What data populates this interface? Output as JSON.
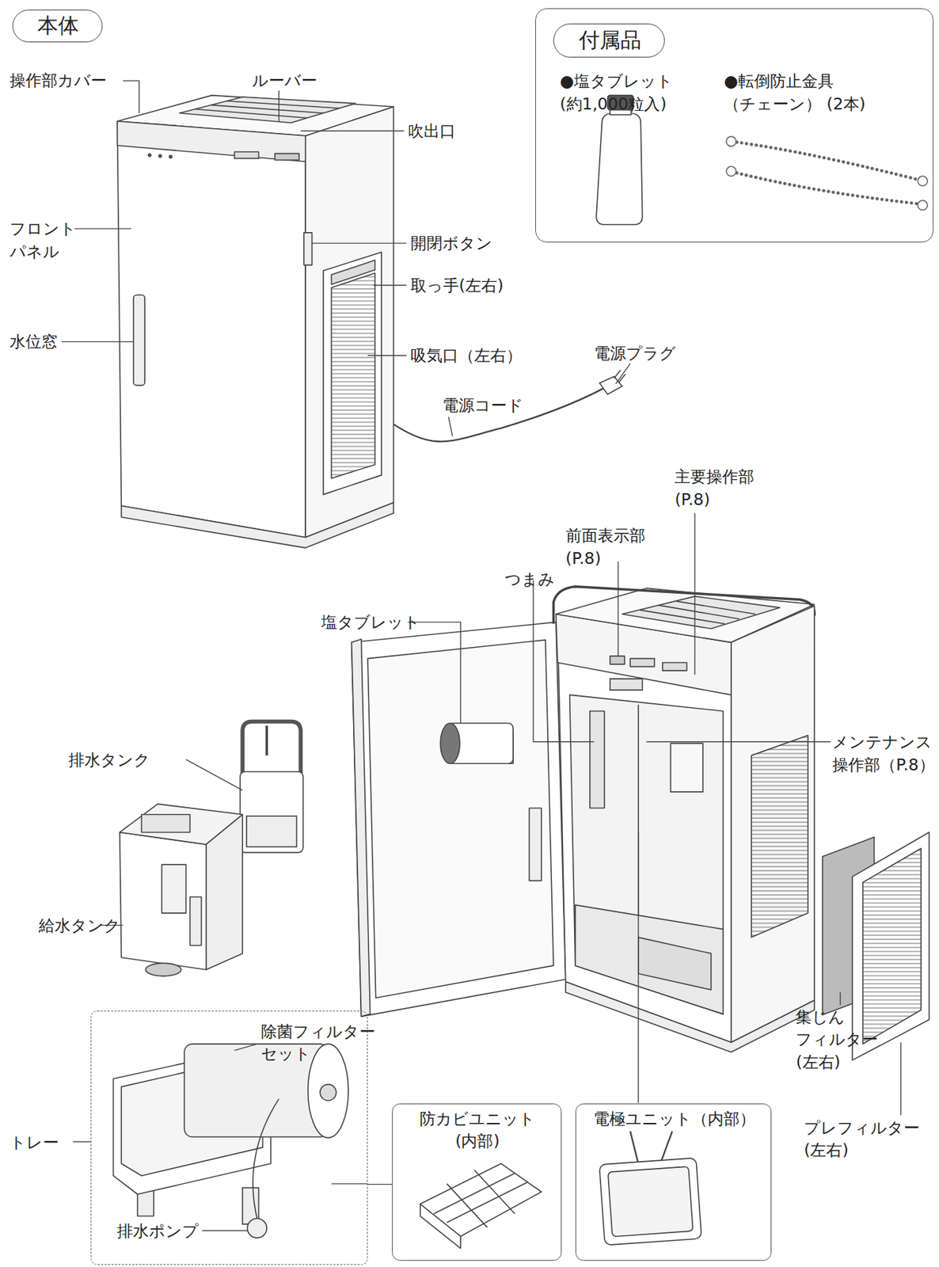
{
  "diagram": {
    "nodes": [
      {
        "text": [
          "本体"
        ]
      },
      {
        "text": [
          "●塩タブレット (約1,000粒入)",
          "●転倒防止金具（チェーン） (2本)"
        ]
      },
      {
        "text": [
          "付属品"
        ],
        "in": 1
      },
      {
        "text": [
          "除菌フィルター セット"
        ]
      },
      {
        "text": [
          "防カビユニット (内部)"
        ]
      },
      {
        "text": [
          "電極ユニット（内部）"
        ]
      }
    ],
    "edges": [
      {
        "from": 3,
        "to": 4,
        "arrow": "none"
      }
    ],
    "labels": [
      "操作部カバー",
      "ルーバー",
      "吹出口",
      "フロント パネル",
      "水位窓",
      "開閉ボタン",
      "取っ手(左右)",
      "吸気口（左右）",
      "電源プラグ",
      "電源コード",
      "主要操作部 (P.8)",
      "前面表示部 (P.8)",
      "つまみ",
      "塩タブレット",
      "排水タンク",
      "給水タンク",
      "メンテナンス 操作部（P.8）",
      "集じん フィルター (左右)",
      "プレフィルター (左右)",
      "トレー",
      "排水ポンプ"
    ]
  }
}
